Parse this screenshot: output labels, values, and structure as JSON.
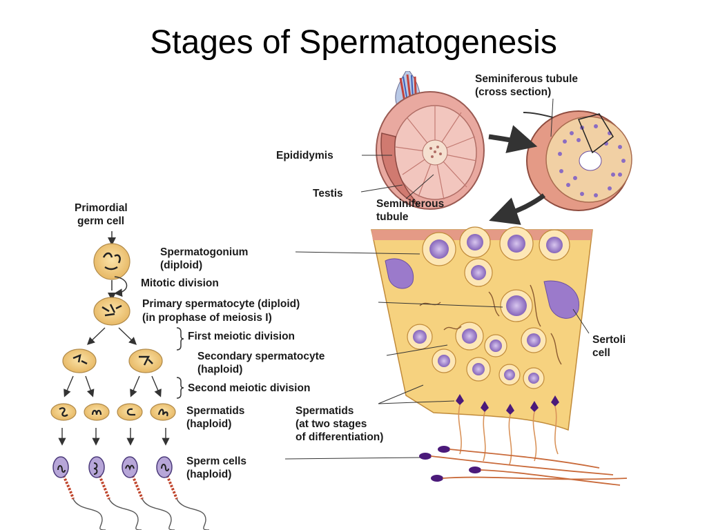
{
  "title": "Stages of Spermatogenesis",
  "labels": {
    "seminiferous_tubule_cross_1": "Seminiferous tubule",
    "seminiferous_tubule_cross_2": "(cross section)",
    "epididymis": "Epididymis",
    "testis": "Testis",
    "seminiferous_tubule_1": "Seminiferous",
    "seminiferous_tubule_2": "tubule",
    "primordial_1": "Primordial",
    "primordial_2": "germ cell",
    "spermatogonium_1": "Spermatogonium",
    "spermatogonium_2": "(diploid)",
    "mitotic": "Mitotic division",
    "primary_1": "Primary spermatocyte (diploid)",
    "primary_2": "(in prophase of meiosis I)",
    "first_meiotic": "First meiotic division",
    "secondary_1": "Secondary spermatocyte",
    "secondary_2": "(haploid)",
    "second_meiotic": "Second meiotic division",
    "spermatids_1": "Spermatids",
    "spermatids_2": "(haploid)",
    "spermatids_stages_1": "Spermatids",
    "spermatids_stages_2": "(at two stages",
    "spermatids_stages_3": "of differentiation)",
    "sperm_1": "Sperm cells",
    "sperm_2": "(haploid)",
    "sertoli_1": "Sertoli",
    "sertoli_2": "cell"
  },
  "colors": {
    "cell_fill": "#f3cf82",
    "nucleus": "#9a7ac8",
    "tissue": "#f6d27f",
    "tubule_pink": "#e9a9a0",
    "arrow": "#333333"
  }
}
